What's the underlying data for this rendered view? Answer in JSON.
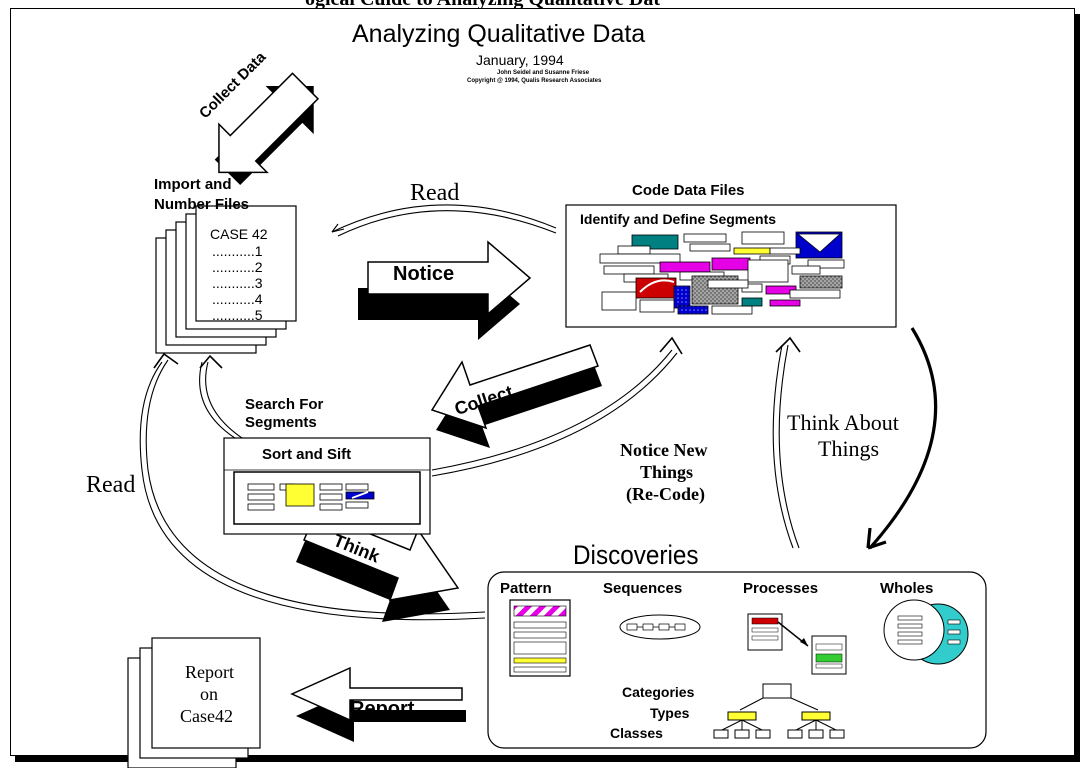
{
  "top_fragment": "ogical Cuide to Analyzing Qualitative Dat",
  "header": {
    "title": "Analyzing Qualitative Data",
    "date": "January, 1994",
    "authors": "John Seidel and Susanne Friese",
    "copyright": "Copyright @ 1994, Qualis Research Associates"
  },
  "arrows": {
    "collect_data": "Collect Data",
    "notice": "Notice",
    "collect": "Collect",
    "think": "Think",
    "report": "Report"
  },
  "flow_labels": {
    "read_top": "Read",
    "read_left": "Read",
    "think_about_line1": "Think About",
    "think_about_line2": "Things",
    "notice_new_line1": "Notice New",
    "notice_new_line2": "Things",
    "notice_new_line3": "(Re-Code)"
  },
  "import_box": {
    "title_line1": "Import and",
    "title_line2": "Number Files",
    "case": "CASE 42",
    "lines": [
      "...........1",
      "...........2",
      "...........3",
      "...........4",
      "...........5"
    ]
  },
  "code_box": {
    "title": "Code Data Files",
    "subtitle": "Identify and Define Segments"
  },
  "search_box": {
    "title_line1": "Search For",
    "title_line2": "Segments",
    "subtitle": "Sort and Sift"
  },
  "discoveries": {
    "title": "Discoveries",
    "items": [
      "Pattern",
      "Sequences",
      "Processes",
      "Wholes"
    ],
    "hierarchy": [
      "Categories",
      "Types",
      "Classes"
    ]
  },
  "report_doc": {
    "line1": "Report",
    "line2": "on",
    "line3": "Case42"
  },
  "colors": {
    "magenta": "#e600e6",
    "teal": "#008080",
    "blue": "#0000cc",
    "yellow": "#ffff33",
    "cyan": "#33cccc",
    "red": "#cc0000",
    "gray": "#999999"
  }
}
